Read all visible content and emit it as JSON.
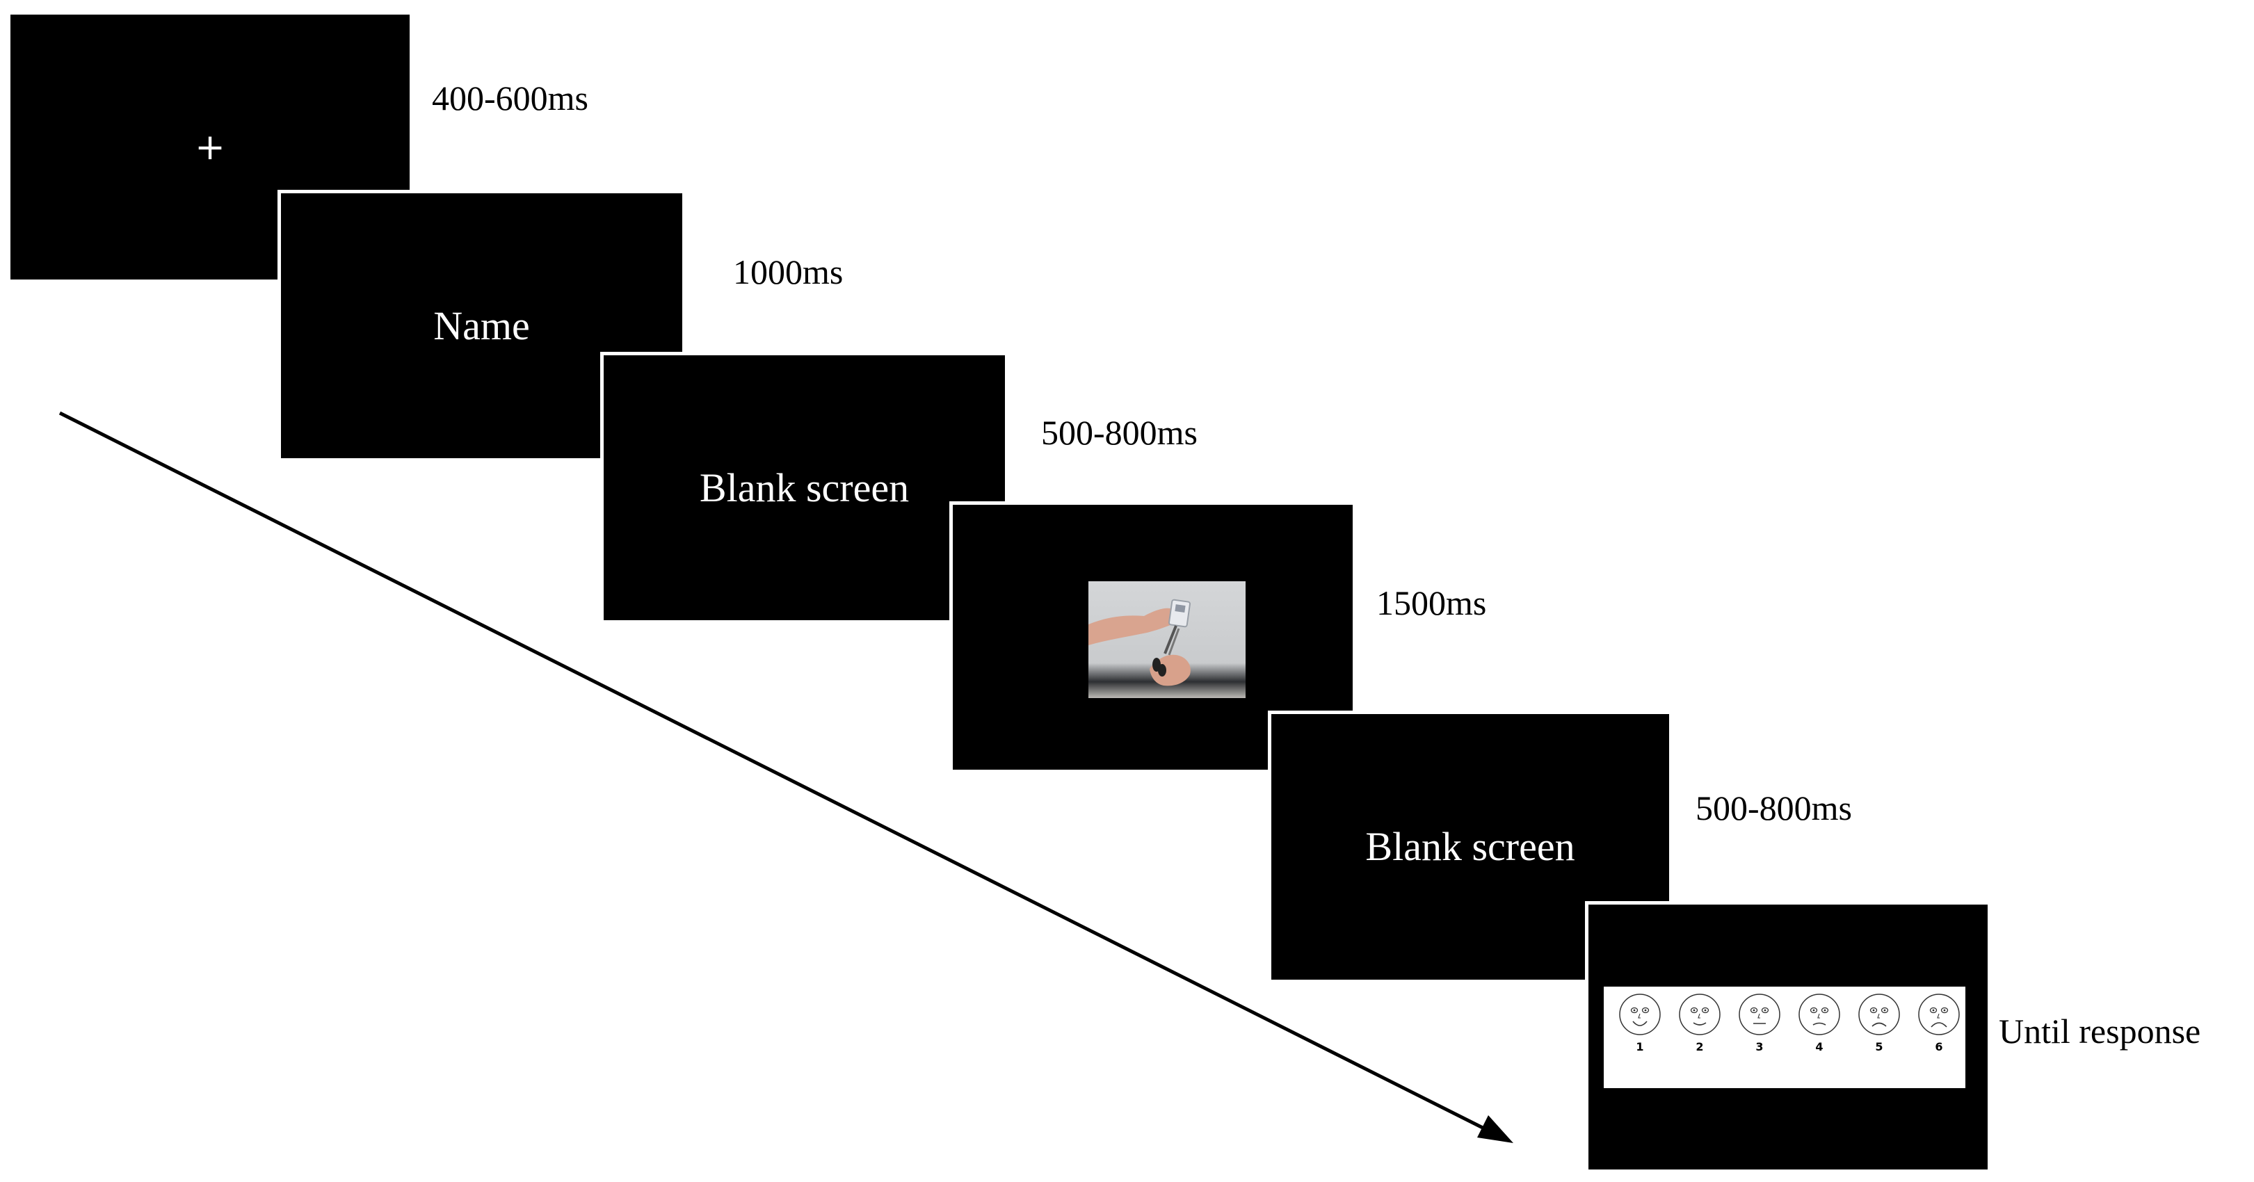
{
  "steps": [
    {
      "screen": "+",
      "timing": "400-600ms"
    },
    {
      "screen": "Name",
      "timing": "1000ms"
    },
    {
      "screen": "Blank screen",
      "timing": "500-800ms"
    },
    {
      "screen": "",
      "timing": "1500ms"
    },
    {
      "screen": "Blank screen",
      "timing": "500-800ms"
    },
    {
      "screen": "",
      "timing": "Until response"
    }
  ],
  "rating_scale": {
    "items": [
      {
        "number": "1",
        "face": "very-happy",
        "caption": ""
      },
      {
        "number": "2",
        "face": "happy",
        "caption": ""
      },
      {
        "number": "3",
        "face": "neutral",
        "caption": ""
      },
      {
        "number": "4",
        "face": "slightly-sad",
        "caption": ""
      },
      {
        "number": "5",
        "face": "sad",
        "caption": ""
      },
      {
        "number": "6",
        "face": "very-sad",
        "caption": ""
      }
    ]
  },
  "colors": {
    "screen_background": "#000000",
    "screen_text": "#ffffff",
    "timing_text": "#000000",
    "arrow": "#000000"
  }
}
